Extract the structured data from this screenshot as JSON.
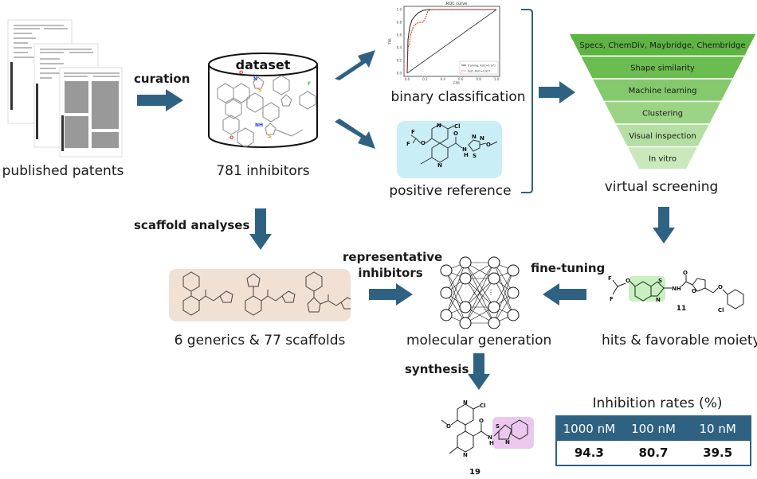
{
  "colors": {
    "arrow": "#2f6282",
    "funnel": [
      "#5eb443",
      "#6cbd50",
      "#84c96b",
      "#9cd486",
      "#b4dea2",
      "#c9e8bb"
    ],
    "positive_reference_bg": "#c9eef6",
    "scaffold_bg": "#f1e0d4",
    "moiety_green": "#c8f0c0",
    "moiety_purple": "#ecc8ee",
    "roc_training": "#222222",
    "roc_test": "#e02020"
  },
  "patents": {
    "label": "published patents"
  },
  "curation": {
    "label": "curation"
  },
  "dataset": {
    "title": "dataset",
    "label": "781 inhibitors"
  },
  "binary_classification": {
    "label": "binary classification",
    "roc": {
      "title": "ROC curve",
      "xlabel": "FPR",
      "ylabel": "TPR",
      "ticks": [
        "0.0",
        "0.2",
        "0.4",
        "0.6",
        "0.8",
        "1.0"
      ],
      "legend": [
        "training, AUC=0.971",
        "test, AUC=0.927"
      ]
    }
  },
  "positive_reference": {
    "label": "positive reference"
  },
  "virtual_screening": {
    "label": "virtual screening",
    "layers": [
      "Specs, ChemDiv, Maybridge, Chembridge",
      "Shape similarity",
      "Machine learning",
      "Clustering",
      "Visual inspection",
      "In vitro"
    ]
  },
  "scaffold_analyses": {
    "label": "scaffold analyses",
    "result": "6 generics & 77 scaffolds"
  },
  "representative_inhibitors": {
    "line1": "representative",
    "line2": "inhibitors"
  },
  "molecular_generation": {
    "label": "molecular generation"
  },
  "fine_tuning": {
    "label": "fine-tuning"
  },
  "hits": {
    "label": "hits & favorable moiety",
    "compound_id": "11"
  },
  "synthesis": {
    "label": "synthesis",
    "compound_id": "19"
  },
  "inhibition": {
    "title": "Inhibition rates (%)",
    "headers": [
      "1000 nM",
      "100 nM",
      "10 nM"
    ],
    "values": [
      "94.3",
      "80.7",
      "39.5"
    ]
  },
  "chem": {
    "atoms": {
      "N": "N",
      "NH": "NH",
      "H": "H",
      "O": "O",
      "S": "S",
      "F": "F",
      "Cl": "Cl"
    }
  }
}
